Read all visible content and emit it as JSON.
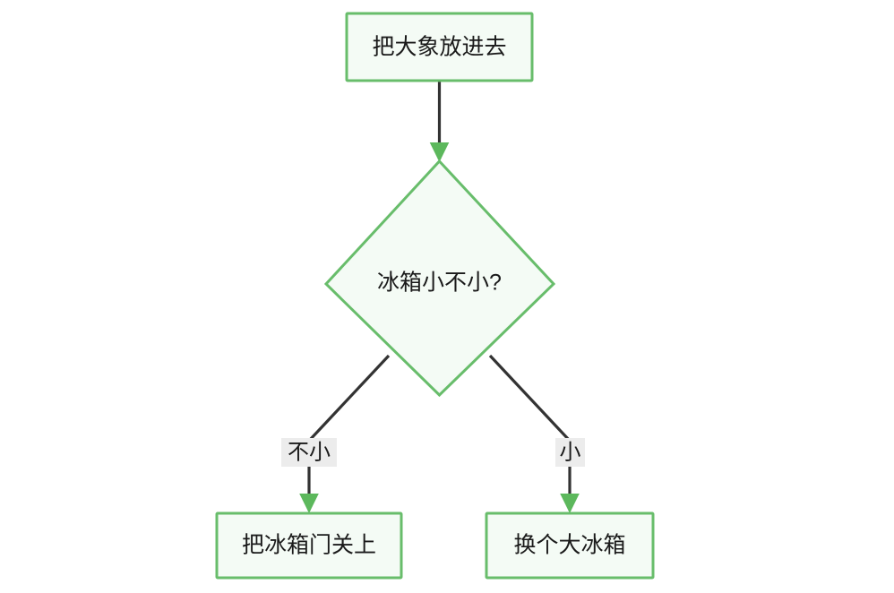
{
  "diagram": {
    "type": "flowchart",
    "direction": "top-down",
    "background_color": "#ffffff",
    "node_fill_color": "#f4fbf5",
    "node_stroke_color": "#68bd6b",
    "edge_color": "#333333",
    "arrowhead_color": "#5cb85c",
    "edge_label_background": "#ececec",
    "text_color": "#1a1a1a",
    "nodes": [
      {
        "id": "start",
        "shape": "rectangle",
        "label": "把大象放进去"
      },
      {
        "id": "decision",
        "shape": "diamond",
        "label": "冰箱小不小?"
      },
      {
        "id": "close_door",
        "shape": "rectangle",
        "label": "把冰箱门关上"
      },
      {
        "id": "bigger_fridge",
        "shape": "rectangle",
        "label": "换个大冰箱"
      }
    ],
    "edges": [
      {
        "id": "e1",
        "from": "start",
        "to": "decision",
        "label": ""
      },
      {
        "id": "e2",
        "from": "decision",
        "to": "close_door",
        "label": "不小"
      },
      {
        "id": "e3",
        "from": "decision",
        "to": "bigger_fridge",
        "label": "小"
      }
    ]
  }
}
